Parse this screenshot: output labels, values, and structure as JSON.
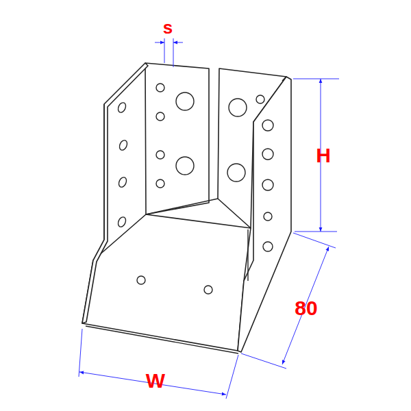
{
  "diagram": {
    "labels": [
      "s",
      "H",
      "80",
      "W"
    ]
  }
}
